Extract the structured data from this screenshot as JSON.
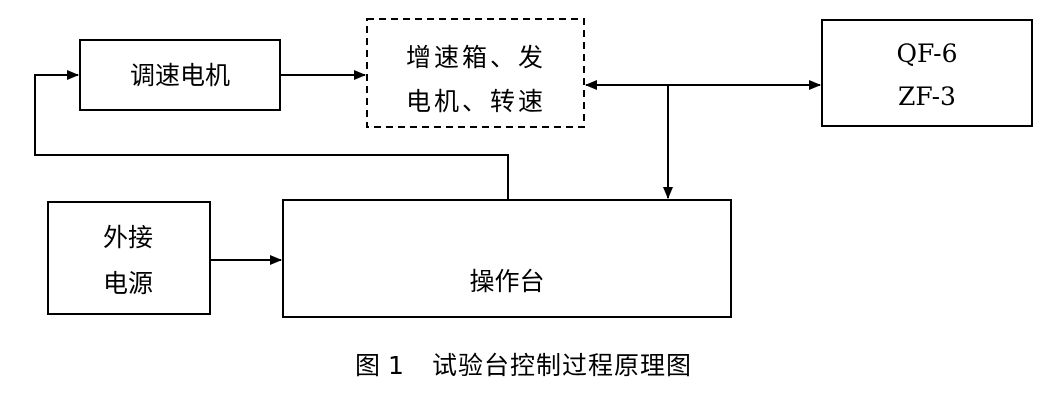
{
  "nodes": {
    "speed_motor": {
      "label": "调速电机"
    },
    "gearbox": {
      "line1": "增速箱、发",
      "line2": "电机、转速"
    },
    "qf": {
      "line1": "QF-6",
      "line2": "ZF-3"
    },
    "external_power": {
      "line1": "外接",
      "line2": "电源"
    },
    "console": {
      "label": "操作台"
    }
  },
  "caption": {
    "figure_number": "图 1",
    "title": "试验台控制过程原理图"
  }
}
